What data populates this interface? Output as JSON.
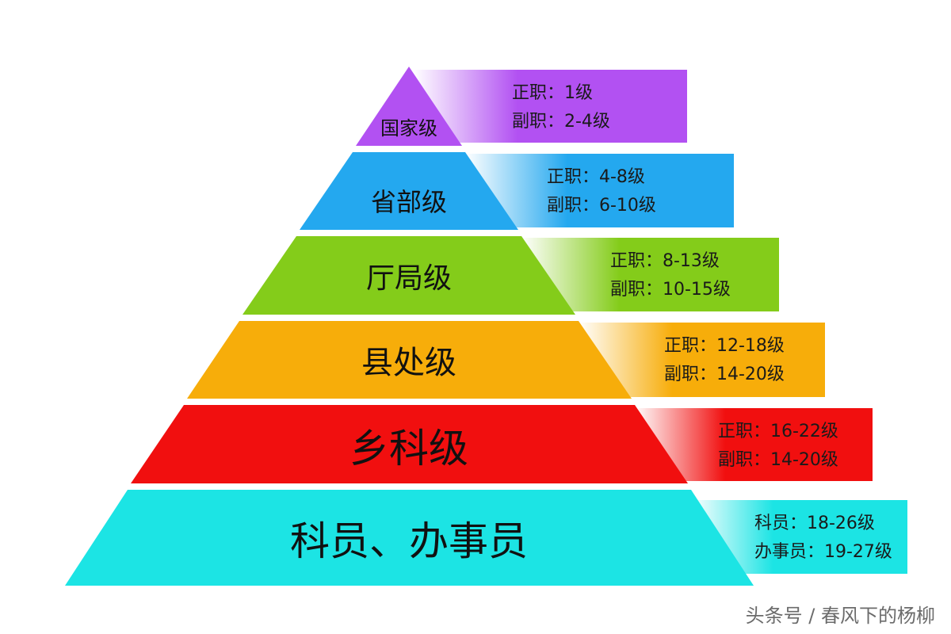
{
  "tiers": [
    {
      "name": "国家级",
      "color": "#b251f2",
      "lines": [
        "正职：1级",
        "副职：2-4级"
      ]
    },
    {
      "name": "省部级",
      "color": "#24a8ef",
      "lines": [
        "正职：4-8级",
        "副职：6-10级"
      ]
    },
    {
      "name": "厅局级",
      "color": "#84cc1a",
      "lines": [
        "正职：8-13级",
        "副职：10-15级"
      ]
    },
    {
      "name": "县处级",
      "color": "#f7ad0a",
      "lines": [
        "正职：12-18级",
        "副职：14-20级"
      ]
    },
    {
      "name": "乡科级",
      "color": "#f10f0f",
      "lines": [
        "正职：16-22级",
        "副职：14-20级"
      ]
    },
    {
      "name": "科员、办事员",
      "color": "#1ce4e4",
      "lines": [
        "科员：18-26级",
        "办事员：19-27级"
      ]
    }
  ],
  "watermark": "头条号 / 春风下的杨柳"
}
